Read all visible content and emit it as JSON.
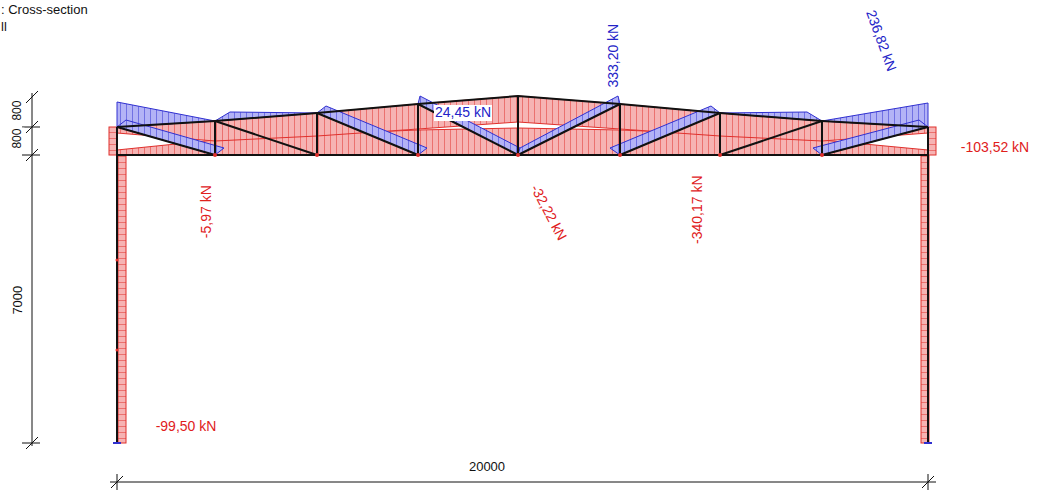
{
  "diagram": {
    "labels": [
      ": Cross-section",
      "ll",
      "800",
      "800",
      "7000",
      "20000",
      "24,45 kN",
      "333,20 kN",
      "236,82 kN",
      "-103,52 kN",
      "-5,97 kN",
      "-32,22 kN",
      "-340,17 kN",
      "-99,50 kN"
    ]
  }
}
